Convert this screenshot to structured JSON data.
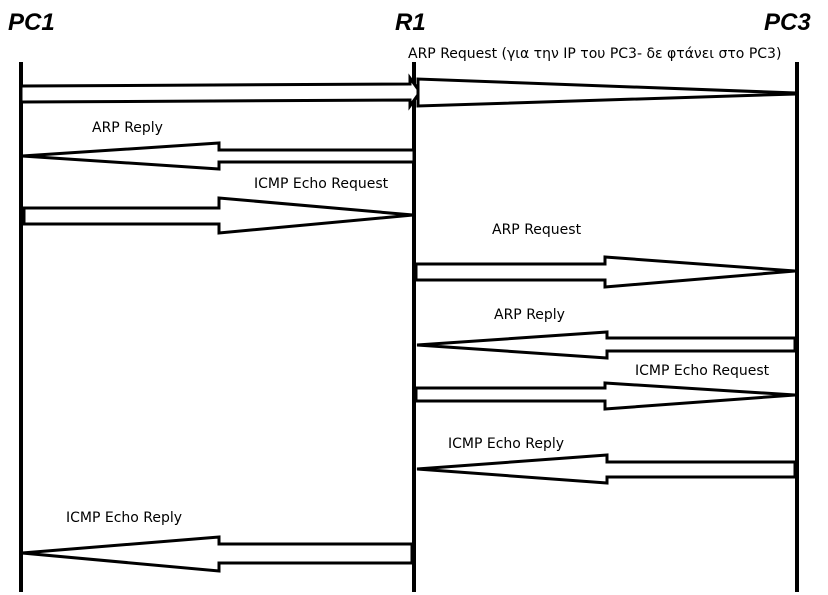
{
  "nodes": {
    "pc1": "PC1",
    "r1": "R1",
    "pc3": "PC3"
  },
  "messages": [
    {
      "label": "ARP Request (για την IP του PC3- δε φτάνει στο PC3)",
      "from": "pc1",
      "to": "r1",
      "also_from_r1_towards": "pc3"
    },
    {
      "label": "ARP Reply",
      "from": "r1",
      "to": "pc1"
    },
    {
      "label": "ICMP Echo Request",
      "from": "pc1",
      "to": "r1"
    },
    {
      "label": "ARP Request",
      "from": "r1",
      "to": "pc3"
    },
    {
      "label": "ARP Reply",
      "from": "pc3",
      "to": "r1"
    },
    {
      "label": "ICMP Echo Request",
      "from": "r1",
      "to": "pc3"
    },
    {
      "label": "ICMP Echo Reply",
      "from": "pc3",
      "to": "r1"
    },
    {
      "label": "ICMP Echo Reply",
      "from": "r1",
      "to": "pc1"
    }
  ],
  "colors": {
    "line": "#000000",
    "arrow_fill": "#ffffff",
    "background": "#ffffff"
  }
}
